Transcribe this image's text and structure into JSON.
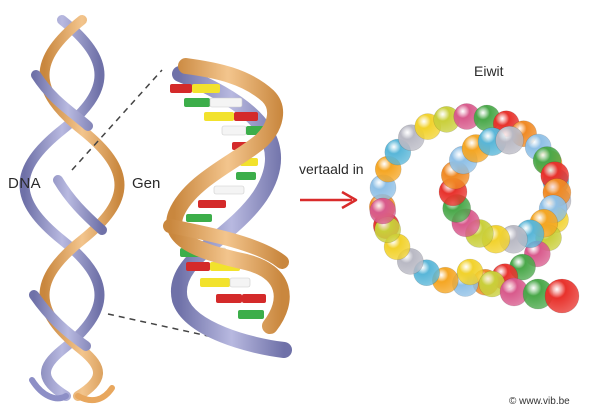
{
  "labels": {
    "dna": "DNA",
    "gen": "Gen",
    "translated": "vertaald in",
    "protein": "Eiwit",
    "credit": "© www.vib.be"
  },
  "colors": {
    "strand_orange": "#e8a75e",
    "strand_blue": "#8d8fc6",
    "arrow_red": "#d92b2b",
    "base_red": "#d42a2a",
    "base_yellow": "#f2e22c",
    "base_green": "#3cae4a",
    "base_white": "#f4f4f4"
  }
}
